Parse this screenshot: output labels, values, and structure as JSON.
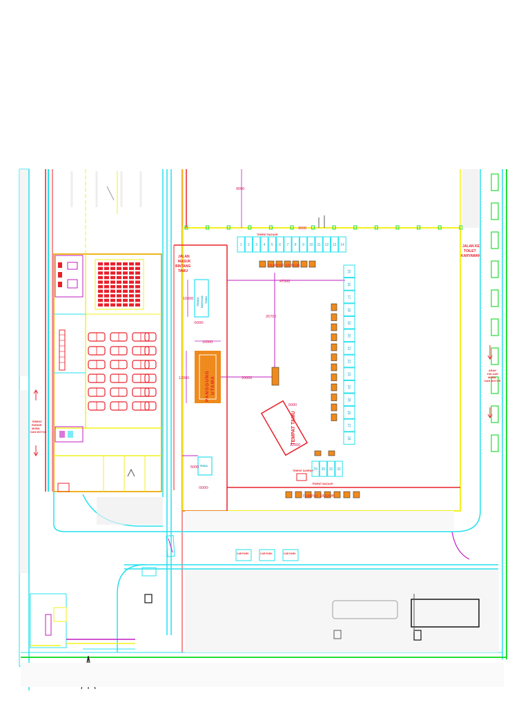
{
  "colors": {
    "cyan": "#23e0ee",
    "yellow": "#f2f21a",
    "red": "#e8202a",
    "magenta": "#c21cc2",
    "green": "#22dd33",
    "orange": "#ef8a1c",
    "dim": "#d4145a"
  },
  "labels": {
    "jalan_masuk": [
      "JALAN",
      "MASUK",
      "BINTANG",
      "TAMU"
    ],
    "jalan_toilet": [
      "JALAN KE",
      "TOILET",
      "KARYAWAN"
    ],
    "tempat_parkir": [
      "TEMPAT",
      "PARKIR",
      "MOBIL",
      "DAN MOTOR"
    ],
    "arah_keluar": [
      "ARAH",
      "KELUAR",
      "MOBIL",
      "DAN MOTOR"
    ],
    "tenda_bintang": [
      "TENDA",
      "BINTANG",
      "TAMU"
    ],
    "panggung": [
      "PANGGUNG",
      "UTAMA"
    ],
    "tempat_tamu": "TEMPAT TAMU",
    "tempat_sampah": "TEMPAT SAMPAH",
    "tenda_vip": "TENDA",
    "booth_label_top": "TEMPAT BAZAAR",
    "booth_label_bottom": "TEMPAT BAZAAR",
    "tempat_duduk_top": "TEMPAT DUDUK",
    "tempat_duduk_bottom": "TEMPAT DUDUK",
    "car_labels": [
      "CAR PARK",
      "CAR PARK",
      "CAR PARK"
    ],
    "pintu_masuk": "PINTU MASUK"
  },
  "dimensions": {
    "d9000": "9000",
    "d3000": "3000",
    "d47000": "47000",
    "d26700": "26700",
    "d10000_v": "10000",
    "d5000_a": "-5000-",
    "d10000_h": "10000",
    "d12000": "12000",
    "d20000": "20000",
    "d6000": "6000",
    "d12000_b": "12000",
    "d5000_b": "5000",
    "d5000_c": "-5000-"
  },
  "booths_top": [
    "1",
    "2",
    "3",
    "4",
    "5",
    "6",
    "7",
    "8",
    "9",
    "10",
    "11",
    "12",
    "13",
    "14"
  ],
  "booths_right": [
    "15",
    "16",
    "17",
    "18",
    "19",
    "20",
    "21",
    "22",
    "23",
    "24",
    "25",
    "26",
    "27",
    "28"
  ],
  "booths_bottom": [
    "29",
    "30",
    "31",
    "32"
  ]
}
